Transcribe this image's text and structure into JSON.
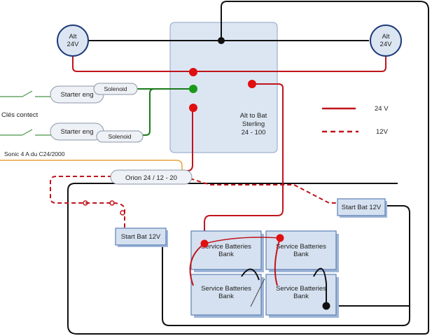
{
  "colors": {
    "wire_24v": "#c0141c",
    "wire_black": "#111111",
    "wire_green": "#1a7a1a",
    "wire_orange": "#e8a33a",
    "panel_blue": "#dce6f2",
    "battery_blue": "#d5e1f0"
  },
  "alternators": {
    "left": {
      "line1": "Alt",
      "line2": "24V"
    },
    "right": {
      "line1": "Alt",
      "line2": "24V"
    }
  },
  "sterling": {
    "line1": "Alt to Bat",
    "line2": "Sterling",
    "line3": "24 - 100"
  },
  "legend": {
    "solid_label": "24 V",
    "dashed_label": "12V"
  },
  "starters": [
    {
      "label": "Starter eng",
      "solenoid": "Solenoid"
    },
    {
      "label": "Starter eng",
      "solenoid": "Solenoid"
    }
  ],
  "key_switch_label": "Clés contect",
  "sonic_label": "Sonic 4 A du C24/2000",
  "orion_label": "Orion 24 / 12 - 20",
  "start_bat_left": "Start Bat 12V",
  "start_bat_right": "Start Bat 12V",
  "service_batteries": [
    {
      "line1": "Service Batteries",
      "line2": "Bank"
    },
    {
      "line1": "Service Batteries",
      "line2": "Bank"
    },
    {
      "line1": "Service Batteries",
      "line2": "Bank"
    },
    {
      "line1": "Service Batteries",
      "line2": "Bank"
    }
  ]
}
